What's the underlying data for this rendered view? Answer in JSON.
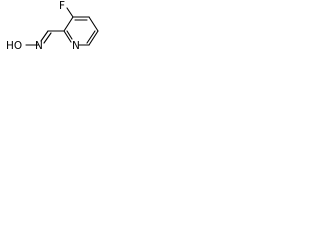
{
  "molecule": {
    "atoms": {
      "fluorine": "F",
      "ring_nitrogen": "N",
      "hydroxyl": "HO",
      "oxime_nitrogen": "N"
    }
  }
}
